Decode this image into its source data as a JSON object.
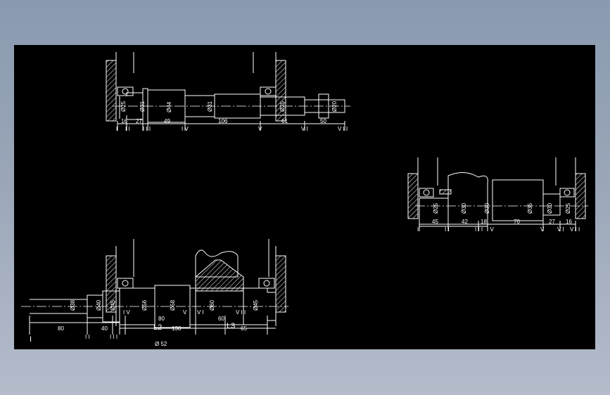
{
  "colors": {
    "background": "#000000",
    "lines": "#ffffff",
    "frame": "#8a9ab0"
  },
  "shaft1": {
    "diameters": [
      "Ø25",
      "Ø31",
      "Ø44",
      "Ø31",
      "Ø25",
      "Ø20"
    ],
    "lengths": [
      "16",
      "27",
      "49",
      "106",
      "61",
      "50"
    ],
    "sections": [
      "I",
      "I I",
      "I I I",
      "I V",
      "V",
      "V I",
      "V I I"
    ]
  },
  "shaft2": {
    "diameters": [
      "Ø25",
      "Ø30",
      "Ø30",
      "Ø35",
      "Ø30",
      "Ø25"
    ],
    "lengths": [
      "45",
      "42",
      "18",
      "70",
      "27",
      "16"
    ],
    "sections": [
      "I",
      "I I",
      "I I I",
      "I V",
      "V",
      "V I",
      "V I I"
    ]
  },
  "shaft3": {
    "diameters": [
      "Ø38",
      "Ø40",
      "Ø45",
      "Ø56",
      "Ø58",
      "Ø60",
      "Ø45"
    ],
    "lengths": [
      "80",
      "40",
      "80",
      "130",
      "60",
      "65"
    ],
    "section_labels": [
      "L2",
      "L3"
    ],
    "sections": [
      "I",
      "I I",
      "I I I",
      "I V",
      "V",
      "V I",
      "V I I"
    ],
    "extra": "Ø 52",
    "view_mark": "I"
  }
}
